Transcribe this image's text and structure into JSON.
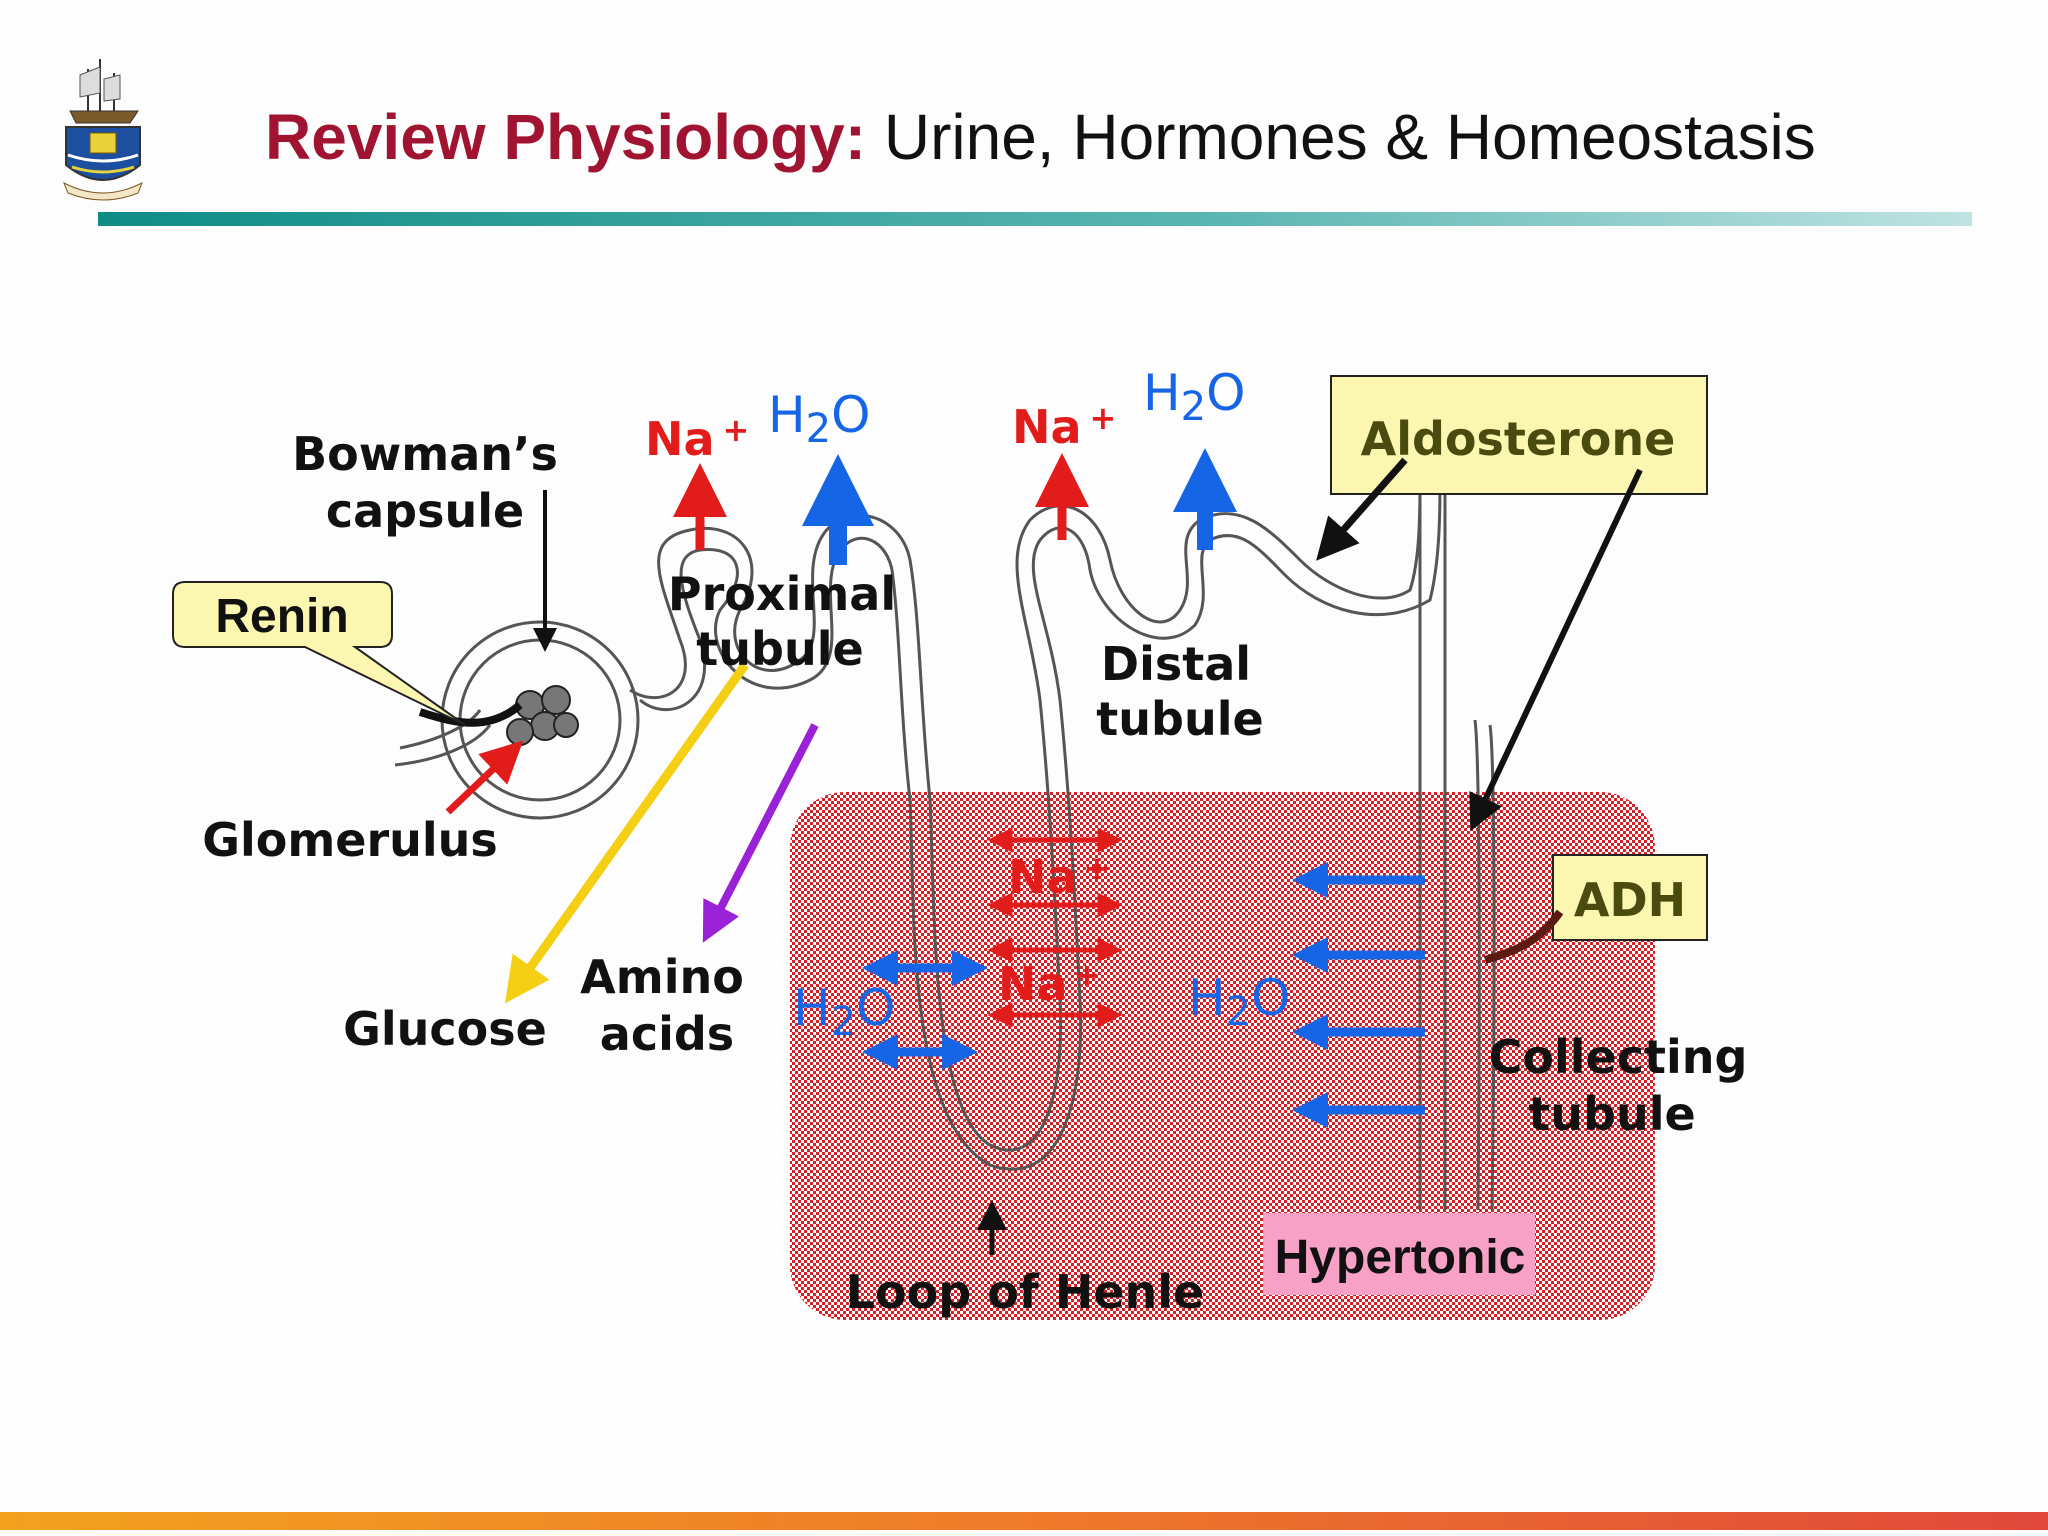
{
  "slide": {
    "title_lead": "Review Physiology:",
    "title_rest": " Urine, Hormones & Homeostasis"
  },
  "labels": {
    "bowmans_line1": "Bowman’s",
    "bowmans_line2": "capsule",
    "renin": "Renin",
    "glomerulus": "Glomerulus",
    "proximal_line1": "Proximal",
    "proximal_line2": "tubule",
    "distal_line1": "Distal",
    "distal_line2": "tubule",
    "aldosterone": "Aldosterone",
    "adh": "ADH",
    "glucose": "Glucose",
    "amino_line1": "Amino",
    "amino_line2": "acids",
    "collecting_line1": "Collecting",
    "collecting_line2": "tubule",
    "loop": "Loop of Henle",
    "hypertonic": "Hypertonic"
  },
  "ions": {
    "na": "Na",
    "plus": "+",
    "h": "H",
    "two": "2",
    "o": "O"
  },
  "colors": {
    "title_lead": "#a01431",
    "sodium": "#e21b1b",
    "water": "#1565e6",
    "glucose": "#f5cf14",
    "amino": "#9a22d6",
    "callout_fill": "#fbf7b0",
    "hypertonic_fill": "#f7a1c7",
    "interstitium_dots": "#d81f26"
  }
}
